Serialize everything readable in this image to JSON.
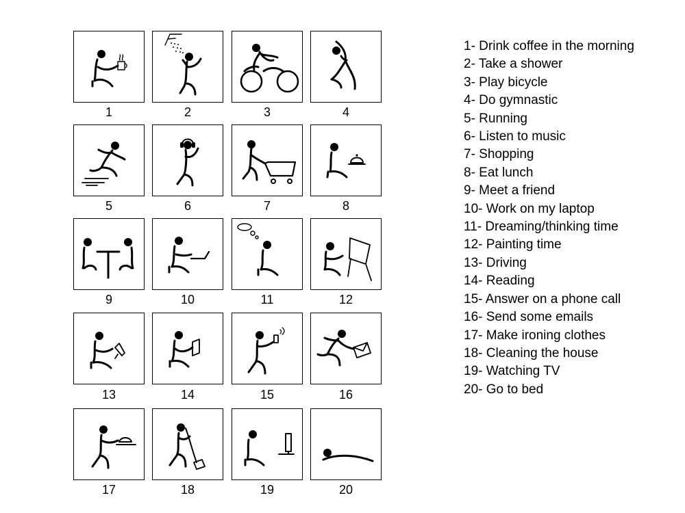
{
  "activities": [
    {
      "number": "1",
      "label": "1- Drink coffee in the morning",
      "icon": "drink-coffee-icon"
    },
    {
      "number": "2",
      "label": "2- Take a shower",
      "icon": "shower-icon"
    },
    {
      "number": "3",
      "label": "3- Play bicycle",
      "icon": "bicycle-icon"
    },
    {
      "number": "4",
      "label": "4- Do gymnastic",
      "icon": "gymnastic-icon"
    },
    {
      "number": "5",
      "label": "5- Running",
      "icon": "running-icon"
    },
    {
      "number": "6",
      "label": "6- Listen to music",
      "icon": "music-headphones-icon"
    },
    {
      "number": "7",
      "label": "7- Shopping",
      "icon": "shopping-cart-icon"
    },
    {
      "number": "8",
      "label": "8- Eat lunch",
      "icon": "lunch-cloche-icon"
    },
    {
      "number": "9",
      "label": "9- Meet a friend",
      "icon": "meet-friend-icon"
    },
    {
      "number": "10",
      "label": "10- Work on my laptop",
      "icon": "laptop-icon"
    },
    {
      "number": "11",
      "label": "11- Dreaming/thinking time",
      "icon": "thought-bubble-icon"
    },
    {
      "number": "12",
      "label": "12- Painting time",
      "icon": "easel-icon"
    },
    {
      "number": "13",
      "label": "13- Driving",
      "icon": "driving-icon"
    },
    {
      "number": "14",
      "label": "14- Reading",
      "icon": "reading-book-icon"
    },
    {
      "number": "15",
      "label": "15- Answer on a phone call",
      "icon": "phone-call-icon"
    },
    {
      "number": "16",
      "label": "16- Send some emails",
      "icon": "email-envelope-icon"
    },
    {
      "number": "17",
      "label": "17- Make ironing clothes",
      "icon": "iron-icon"
    },
    {
      "number": "18",
      "label": "18- Cleaning the house",
      "icon": "broom-icon"
    },
    {
      "number": "19",
      "label": "19- Watching TV",
      "icon": "tv-icon"
    },
    {
      "number": "20",
      "label": "20- Go to bed",
      "icon": "sleeping-icon"
    }
  ]
}
